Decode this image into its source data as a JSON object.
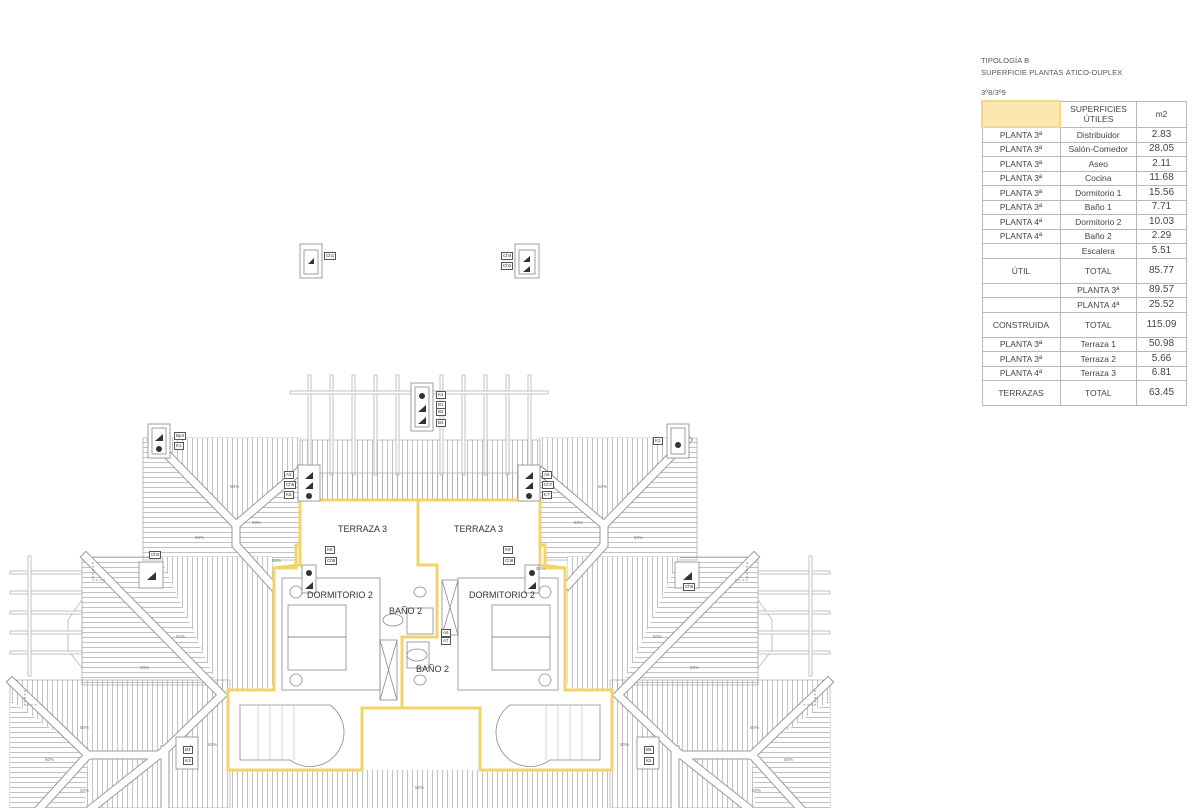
{
  "header": {
    "title": "TIPOLOGÍA B",
    "subtitle": "SUPERFICIE PLANTAS ÁTICO-DUPLEX",
    "units": "3º8/3º9"
  },
  "table": {
    "col_header": "SUPERFICIES ÚTILES",
    "unit_header": "m2",
    "rows": [
      {
        "floor": "PLANTA 3ª",
        "room": "Distribuidor",
        "m2": "2.83"
      },
      {
        "floor": "PLANTA 3ª",
        "room": "Salón-Comedor",
        "m2": "28.05"
      },
      {
        "floor": "PLANTA 3ª",
        "room": "Aseo",
        "m2": "2.11"
      },
      {
        "floor": "PLANTA 3ª",
        "room": "Cocina",
        "m2": "11.68"
      },
      {
        "floor": "PLANTA 3ª",
        "room": "Dormitorio 1",
        "m2": "15.56"
      },
      {
        "floor": "PLANTA 3ª",
        "room": "Baño 1",
        "m2": "7.71"
      },
      {
        "floor": "PLANTA 4ª",
        "room": "Dormitorio 2",
        "m2": "10.03"
      },
      {
        "floor": "PLANTA 4ª",
        "room": "Baño 2",
        "m2": "2.29"
      },
      {
        "floor": "",
        "room": "Escalera",
        "m2": "5.51"
      },
      {
        "floor": "ÚTIL",
        "room": "TOTAL",
        "m2": "85.77"
      },
      {
        "floor": "",
        "room": "PLANTA 3ª",
        "m2": "89.57"
      },
      {
        "floor": "",
        "room": "PLANTA 4ª",
        "m2": "25.52"
      },
      {
        "floor": "CONSTRUIDA",
        "room": "TOTAL",
        "m2": "115.09"
      },
      {
        "floor": "PLANTA 3ª",
        "room": "Terraza 1",
        "m2": "50.98"
      },
      {
        "floor": "PLANTA 3ª",
        "room": "Terraza 2",
        "m2": "5.66"
      },
      {
        "floor": "PLANTA 4ª",
        "room": "Terraza 3",
        "m2": "6.81"
      },
      {
        "floor": "TERRAZAS",
        "room": "TOTAL",
        "m2": "63.45"
      }
    ]
  },
  "plan": {
    "rooms": [
      "TERRAZA 3",
      "TERRAZA 3",
      "DORMITORIO 2",
      "DORMITORIO 2",
      "BAÑO 2",
      "BAÑO 2"
    ],
    "slope_label": "50%",
    "tags": [
      "Ch1",
      "Ch4",
      "Ch2",
      "K4",
      "B1",
      "B2",
      "B4",
      "Bp4",
      "K1",
      "K2",
      "A3",
      "Ch6",
      "K6",
      "A5",
      "Ch7",
      "K7",
      "K8",
      "Ch8",
      "K9",
      "Ch9",
      "Ch3",
      "Ch5",
      "A6",
      "A7",
      "B3",
      "K3",
      "B5",
      "K5"
    ]
  },
  "colors": {
    "outline": "#f2d46a",
    "swatch": "#fbe7b0",
    "line": "#9a9a9a"
  }
}
